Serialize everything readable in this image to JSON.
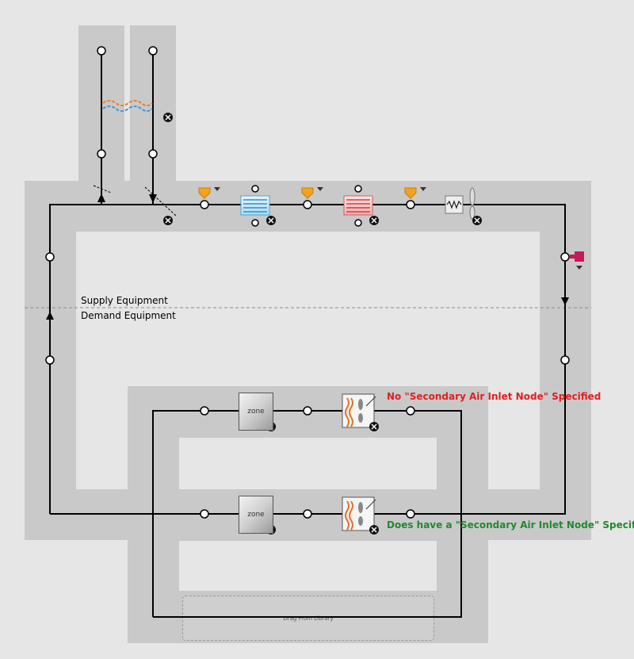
{
  "labels": {
    "supply": "Supply Equipment",
    "demand": "Demand Equipment"
  },
  "notes": {
    "no_secondary": "No \"Secondary Air Inlet Node\" Specified",
    "has_secondary": "Does have a \"Secondary Air Inlet Node\" Specified"
  },
  "zones": [
    {
      "label": "zone"
    },
    {
      "label": "zone"
    }
  ],
  "drop_zone": {
    "label": "Drag From Library"
  },
  "colors": {
    "band": "#c9c9c9",
    "wire": "#000000",
    "note_red": "#e02020",
    "note_green": "#1f8a2e",
    "setpoint": "#f2a31b",
    "sensor": "#c8175d"
  }
}
